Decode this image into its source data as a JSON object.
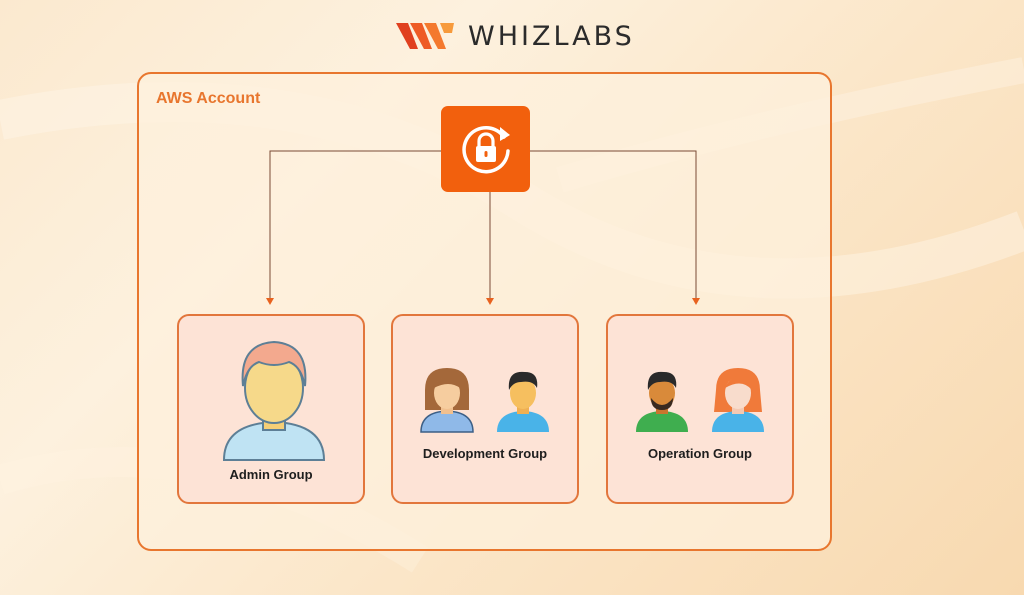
{
  "brand": {
    "name": "WHIZLABS"
  },
  "account": {
    "label": "AWS Account"
  },
  "iam": {
    "icon": "iam-lock-refresh-icon",
    "color": "#f2600d"
  },
  "groups": [
    {
      "label": "Admin Group"
    },
    {
      "label": "Development Group"
    },
    {
      "label": "Operation Group"
    }
  ],
  "colors": {
    "accent": "#e8762e",
    "card": "#fde3d6",
    "connector": "#7a4a35"
  }
}
